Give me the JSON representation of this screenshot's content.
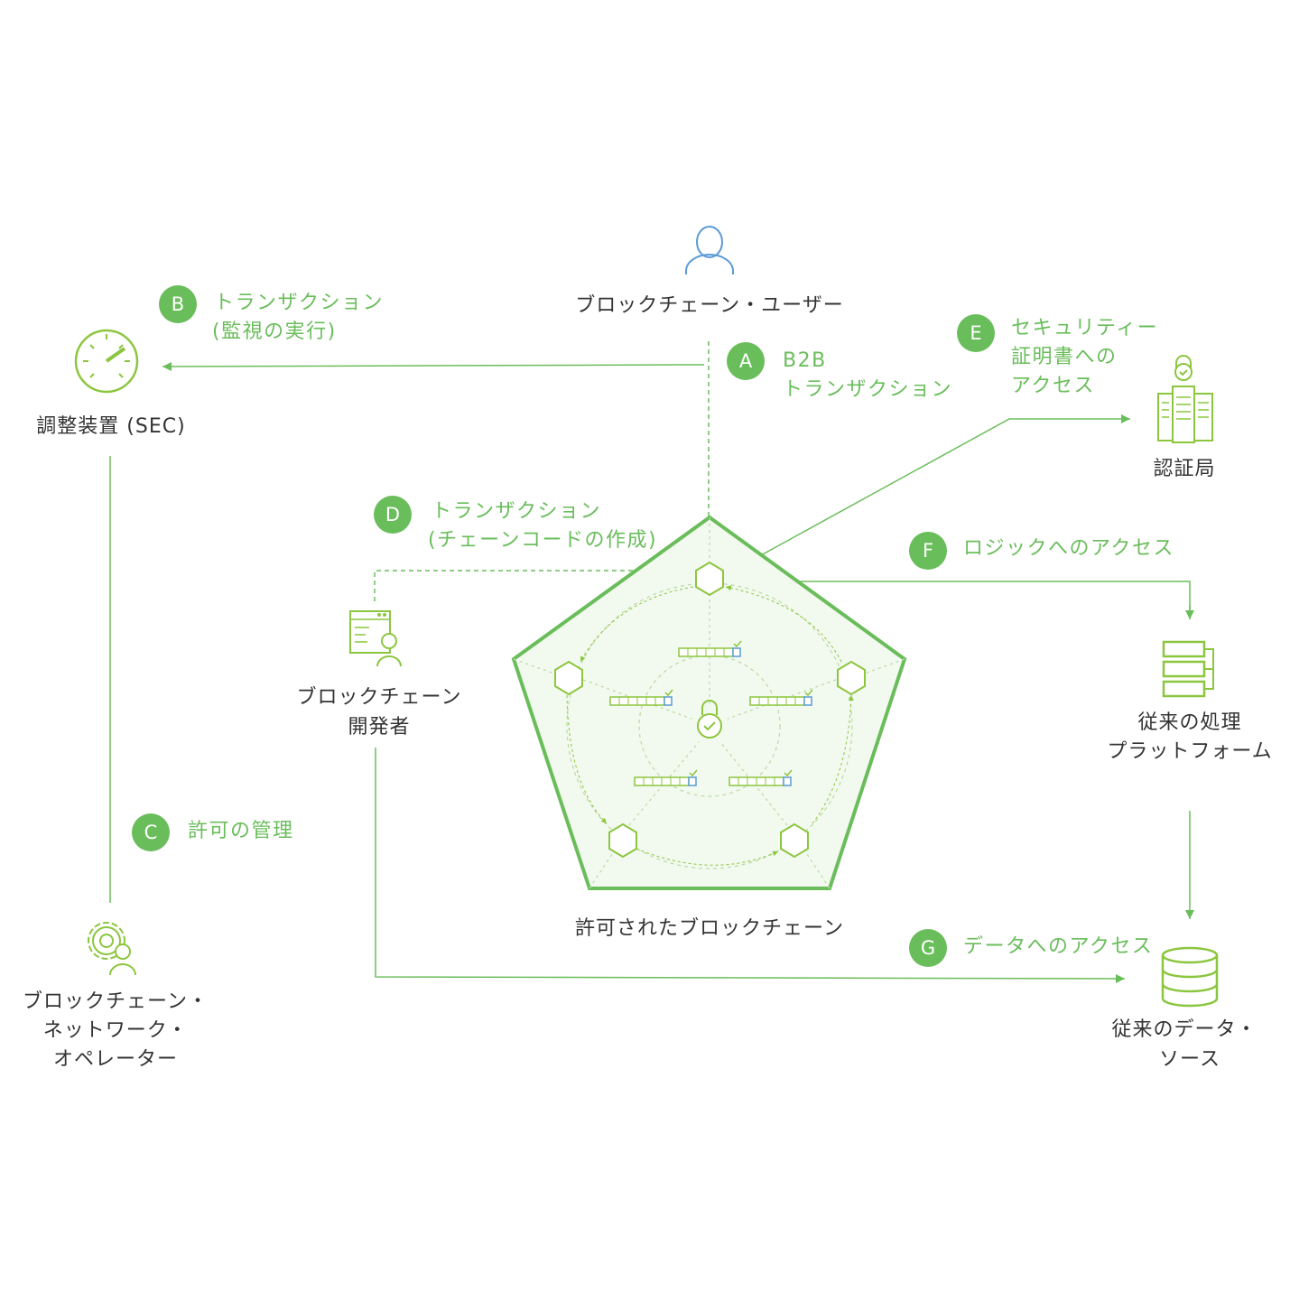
{
  "colors": {
    "green": "#6abd5b",
    "lime": "#8cc63f",
    "blue": "#5b9bd5",
    "text": "#333333",
    "fill": "#f2f9ee"
  },
  "nodes": {
    "user": {
      "label": "ブロックチェーン・ユーザー",
      "icon": "person-icon"
    },
    "sec": {
      "label": "調整装置 (SEC)",
      "icon": "gauge-icon"
    },
    "ca": {
      "label": "認証局",
      "icon": "certificate-server-icon"
    },
    "developer": {
      "line1": "ブロックチェーン",
      "line2": "開発者",
      "icon": "developer-icon"
    },
    "operator": {
      "line1": "ブロックチェーン・",
      "line2": "ネットワーク・",
      "line3": "オペレーター",
      "icon": "operator-gear-icon"
    },
    "platform": {
      "line1": "従来の処理",
      "line2": "プラットフォーム",
      "icon": "server-rack-icon"
    },
    "datasource": {
      "line1": "従来のデータ・",
      "line2": "ソース",
      "icon": "database-icon"
    },
    "blockchain": {
      "label": "許可されたブロックチェーン",
      "icon": "lock-check-icon"
    }
  },
  "steps": [
    {
      "letter": "A",
      "line1": "B2B",
      "line2": "トランザクション"
    },
    {
      "letter": "B",
      "line1": "トランザクション",
      "line2": "(監視の実行)"
    },
    {
      "letter": "C",
      "line1": "許可の管理"
    },
    {
      "letter": "D",
      "line1": "トランザクション",
      "line2": "(チェーンコードの作成)"
    },
    {
      "letter": "E",
      "line1": "セキュリティー",
      "line2": "証明書への",
      "line3": "アクセス"
    },
    {
      "letter": "F",
      "line1": "ロジックへのアクセス"
    },
    {
      "letter": "G",
      "line1": "データへのアクセス"
    }
  ]
}
